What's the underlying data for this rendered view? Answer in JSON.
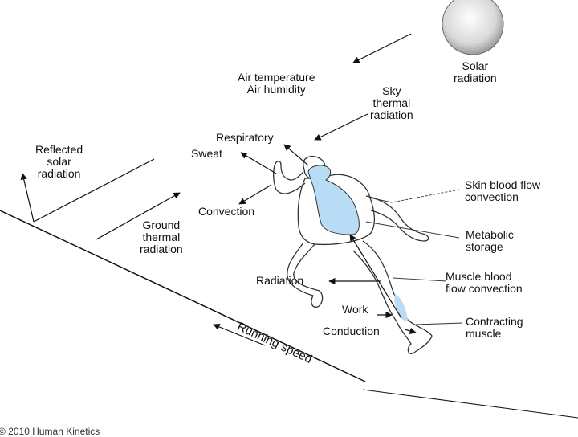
{
  "labels": {
    "solar_radiation": [
      "Solar",
      "radiation"
    ],
    "air": [
      "Air temperature",
      "Air humidity"
    ],
    "sky_thermal": [
      "Sky",
      "thermal",
      "radiation"
    ],
    "respiratory": "Respiratory",
    "sweat": "Sweat",
    "reflected_solar": [
      "Reflected",
      "solar",
      "radiation"
    ],
    "convection": "Convection",
    "ground_thermal": [
      "Ground",
      "thermal",
      "radiation"
    ],
    "skin_blood_flow": [
      "Skin blood flow",
      "convection"
    ],
    "metabolic_storage": [
      "Metabolic",
      "storage"
    ],
    "muscle_blood_flow": [
      "Muscle blood",
      "flow convection"
    ],
    "radiation": "Radiation",
    "work": "Work",
    "conduction": "Conduction",
    "contracting_muscle": [
      "Contracting",
      "muscle"
    ],
    "running_speed": "Running speed",
    "copyright": "© 2010 Human Kinetics"
  },
  "colors": {
    "body_fill": "#b8dcf5",
    "line": "#111111",
    "sun_light": "#ffffff",
    "sun_dark": "#9a9a9a"
  }
}
